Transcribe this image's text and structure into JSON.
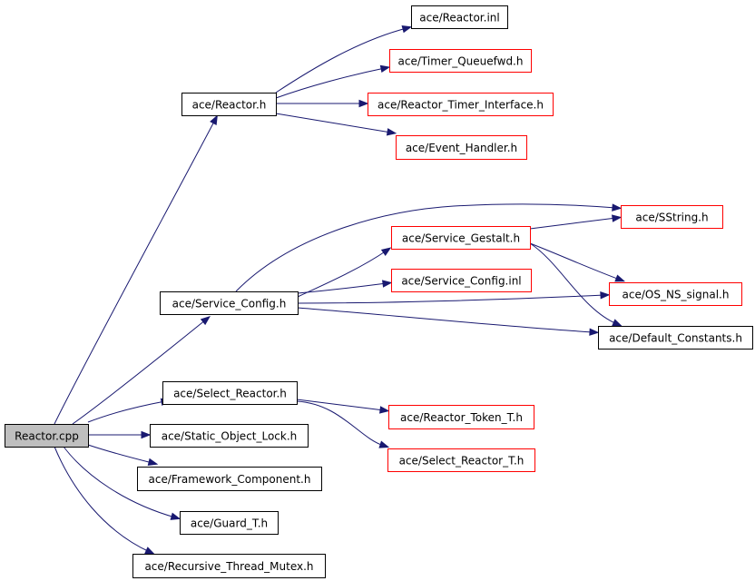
{
  "colors": {
    "edge": "#191970",
    "root_fill": "#bfbfbf",
    "node_fill": "#ffffff",
    "node_border": "#000000",
    "undocumented_border": "#ff0000",
    "text": "#000000"
  },
  "nodes": [
    {
      "id": "reactor_cpp",
      "label": "Reactor.cpp",
      "style": "root"
    },
    {
      "id": "reactor_h",
      "label": "ace/Reactor.h",
      "style": "normal"
    },
    {
      "id": "reactor_inl",
      "label": "ace/Reactor.inl",
      "style": "normal"
    },
    {
      "id": "timer_queuefwd_h",
      "label": "ace/Timer_Queuefwd.h",
      "style": "undocumented"
    },
    {
      "id": "reactor_timer_interface_h",
      "label": "ace/Reactor_Timer_Interface.h",
      "style": "undocumented"
    },
    {
      "id": "event_handler_h",
      "label": "ace/Event_Handler.h",
      "style": "undocumented"
    },
    {
      "id": "service_config_h",
      "label": "ace/Service_Config.h",
      "style": "normal"
    },
    {
      "id": "sstring_h",
      "label": "ace/SString.h",
      "style": "undocumented"
    },
    {
      "id": "service_gestalt_h",
      "label": "ace/Service_Gestalt.h",
      "style": "undocumented"
    },
    {
      "id": "service_config_inl",
      "label": "ace/Service_Config.inl",
      "style": "undocumented"
    },
    {
      "id": "os_ns_signal_h",
      "label": "ace/OS_NS_signal.h",
      "style": "undocumented"
    },
    {
      "id": "default_constants_h",
      "label": "ace/Default_Constants.h",
      "style": "normal"
    },
    {
      "id": "select_reactor_h",
      "label": "ace/Select_Reactor.h",
      "style": "normal"
    },
    {
      "id": "reactor_token_t_h",
      "label": "ace/Reactor_Token_T.h",
      "style": "undocumented"
    },
    {
      "id": "select_reactor_t_h",
      "label": "ace/Select_Reactor_T.h",
      "style": "undocumented"
    },
    {
      "id": "static_object_lock_h",
      "label": "ace/Static_Object_Lock.h",
      "style": "normal"
    },
    {
      "id": "framework_component_h",
      "label": "ace/Framework_Component.h",
      "style": "normal"
    },
    {
      "id": "guard_t_h",
      "label": "ace/Guard_T.h",
      "style": "normal"
    },
    {
      "id": "recursive_thread_mutex_h",
      "label": "ace/Recursive_Thread_Mutex.h",
      "style": "normal"
    }
  ],
  "edges": [
    {
      "from": "reactor_cpp",
      "to": "reactor_h"
    },
    {
      "from": "reactor_cpp",
      "to": "service_config_h"
    },
    {
      "from": "reactor_cpp",
      "to": "select_reactor_h"
    },
    {
      "from": "reactor_cpp",
      "to": "static_object_lock_h"
    },
    {
      "from": "reactor_cpp",
      "to": "framework_component_h"
    },
    {
      "from": "reactor_cpp",
      "to": "guard_t_h"
    },
    {
      "from": "reactor_cpp",
      "to": "recursive_thread_mutex_h"
    },
    {
      "from": "reactor_h",
      "to": "reactor_inl"
    },
    {
      "from": "reactor_h",
      "to": "timer_queuefwd_h"
    },
    {
      "from": "reactor_h",
      "to": "reactor_timer_interface_h"
    },
    {
      "from": "reactor_h",
      "to": "event_handler_h"
    },
    {
      "from": "service_config_h",
      "to": "sstring_h"
    },
    {
      "from": "service_config_h",
      "to": "service_gestalt_h"
    },
    {
      "from": "service_config_h",
      "to": "service_config_inl"
    },
    {
      "from": "service_config_h",
      "to": "os_ns_signal_h"
    },
    {
      "from": "service_config_h",
      "to": "default_constants_h"
    },
    {
      "from": "service_gestalt_h",
      "to": "sstring_h"
    },
    {
      "from": "service_gestalt_h",
      "to": "os_ns_signal_h"
    },
    {
      "from": "service_gestalt_h",
      "to": "default_constants_h"
    },
    {
      "from": "select_reactor_h",
      "to": "reactor_token_t_h"
    },
    {
      "from": "select_reactor_h",
      "to": "select_reactor_t_h"
    }
  ]
}
